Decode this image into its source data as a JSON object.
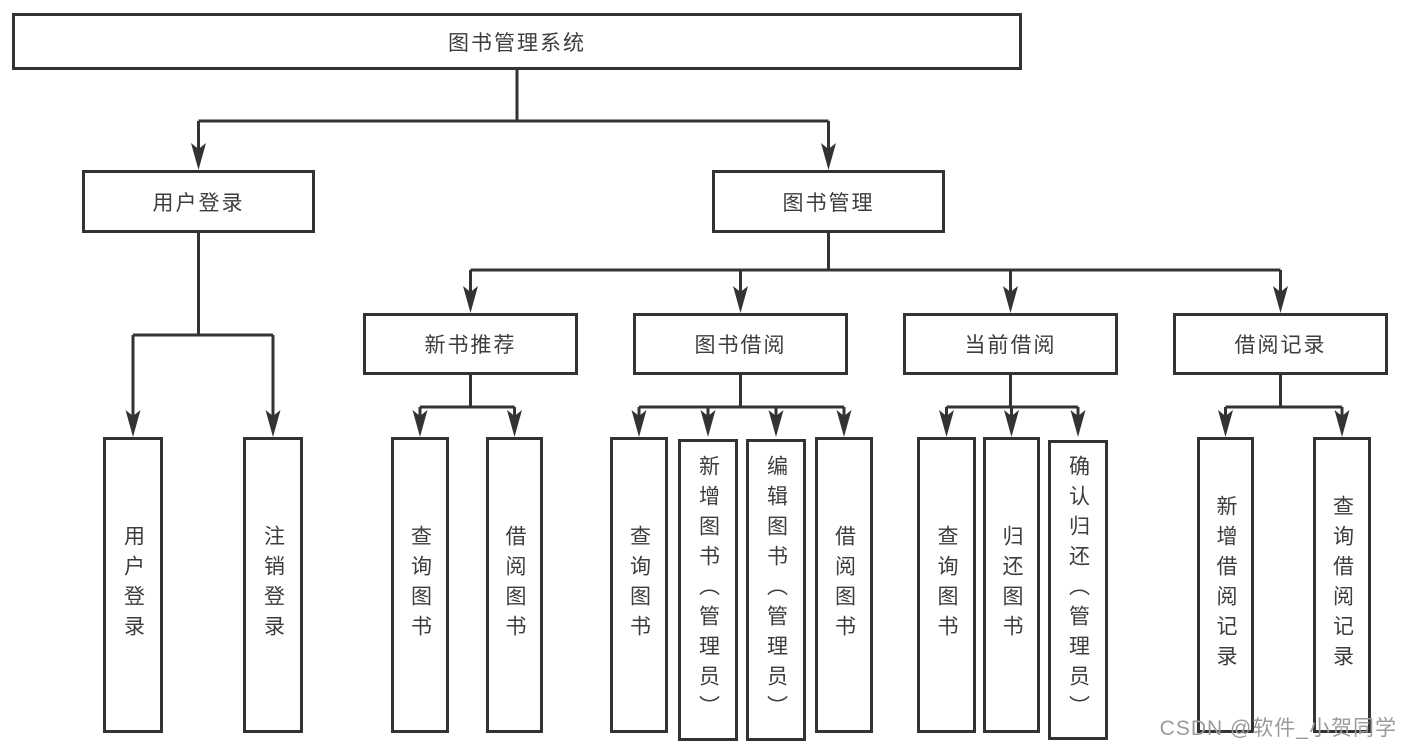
{
  "title": "图书管理系统",
  "watermark": "CSDN @软件_小贺同学",
  "colors": {
    "line": "#333333",
    "box_border": "#333333",
    "text": "#3d3d3d",
    "watermark": "#9b9b9f",
    "background": "#ffffff"
  },
  "nodes": {
    "root": "图书管理系统",
    "user_login": "用户登录",
    "book_manage": "图书管理",
    "new_book_rec": "新书推荐",
    "book_borrow": "图书借阅",
    "current_borrow": "当前借阅",
    "borrow_record": "借阅记录",
    "leaf_user_login": "用户登录",
    "leaf_logout": "注销登录",
    "leaf_query_book_1": "查询图书",
    "leaf_borrow_book_1": "借阅图书",
    "leaf_query_book_2": "查询图书",
    "leaf_add_book": "新增图书（管理员）",
    "leaf_edit_book": "编辑图书（管理员）",
    "leaf_borrow_book_2": "借阅图书",
    "leaf_query_book_3": "查询图书",
    "leaf_return_book": "归还图书",
    "leaf_confirm_return": "确认归还（管理员）",
    "leaf_add_record": "新增借阅记录",
    "leaf_query_record": "查询借阅记录"
  },
  "tree": {
    "图书管理系统": {
      "用户登录": [
        "用户登录",
        "注销登录"
      ],
      "图书管理": {
        "新书推荐": [
          "查询图书",
          "借阅图书"
        ],
        "图书借阅": [
          "查询图书",
          "新增图书（管理员）",
          "编辑图书（管理员）",
          "借阅图书"
        ],
        "当前借阅": [
          "查询图书",
          "归还图书",
          "确认归还（管理员）"
        ],
        "借阅记录": [
          "新增借阅记录",
          "查询借阅记录"
        ]
      }
    }
  }
}
